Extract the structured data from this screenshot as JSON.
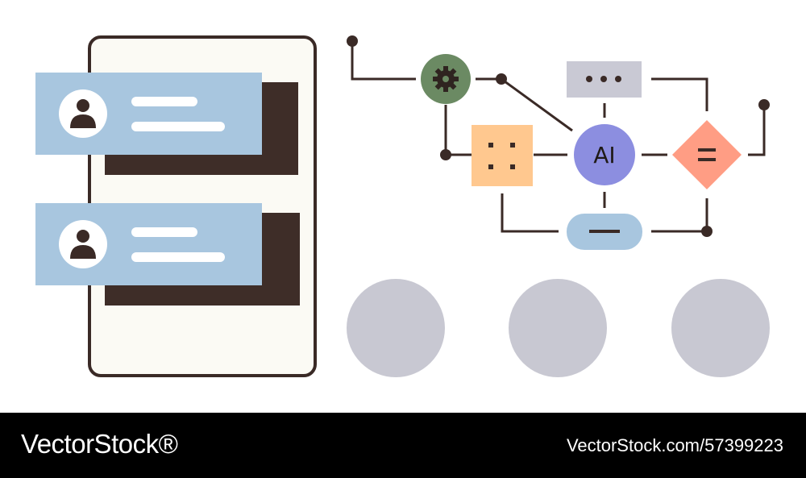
{
  "diagram": {
    "ai_node_label": "AI",
    "icons": {
      "gear": "gear-icon",
      "dots": "ellipsis-icon",
      "grid": "four-dots-icon",
      "equals": "equals-icon",
      "dash": "minus-icon",
      "user": "user-icon"
    },
    "colors": {
      "line": "#3a2a26",
      "phone_bg": "#fbfaf4",
      "card_blue": "#a8c6df",
      "card_shadow": "#3e2d28",
      "gear_green": "#6b8a63",
      "dots_gray": "#c9c9d4",
      "grid_orange": "#ffc88f",
      "ai_purple": "#8c8ee0",
      "diamond_salmon": "#ff9d84",
      "pill_blue": "#a8c6df",
      "circle_gray": "#c8c8d2"
    }
  },
  "footer": {
    "brand": "VectorStock®",
    "reference": "VectorStock.com/57399223"
  }
}
